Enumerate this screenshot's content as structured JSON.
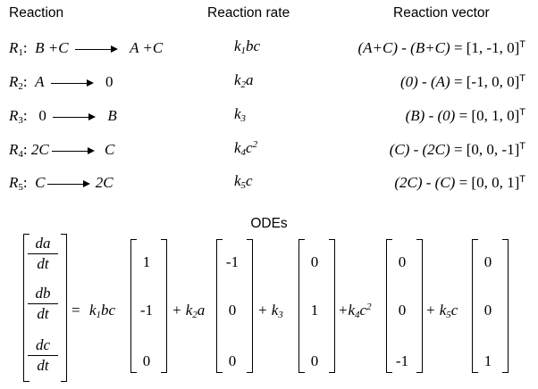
{
  "headers": {
    "reaction": "Reaction",
    "rate": "Reaction rate",
    "vector": "Reaction vector"
  },
  "reactions": [
    {
      "label": "R",
      "idx": "1",
      "lhs": "B +C",
      "rhs": "A +C",
      "k": "k",
      "kidx": "1",
      "rate": "bc",
      "rate_sup": "",
      "vec_expr": "(A+C) - (B+C)",
      "vec": "= [1, -1, 0]"
    },
    {
      "label": "R",
      "idx": "2",
      "lhs": "A",
      "rhs": "0",
      "k": "k",
      "kidx": "2",
      "rate": "a",
      "rate_sup": "",
      "vec_expr": "(0) - (A)",
      "vec": "= [-1, 0, 0]"
    },
    {
      "label": "R",
      "idx": "3",
      "lhs": "0",
      "rhs": "B",
      "k": "k",
      "kidx": "3",
      "rate": "",
      "rate_sup": "",
      "vec_expr": "(B) - (0)",
      "vec": "= [0,  1, 0]"
    },
    {
      "label": "R",
      "idx": "4",
      "lhs": "2C",
      "rhs": "C",
      "k": "k",
      "kidx": "4",
      "rate": "c",
      "rate_sup": "2",
      "vec_expr": "(C) - (2C)",
      "vec": "= [0, 0, -1]"
    },
    {
      "label": "R",
      "idx": "5",
      "lhs": "C",
      "rhs": "2C",
      "k": "k",
      "kidx": "5",
      "rate": "c",
      "rate_sup": "",
      "vec_expr": "(2C) - (C)",
      "vec": "= [0, 0, 1]"
    }
  ],
  "transpose": "T",
  "odes_title": "ODEs",
  "derivs": [
    {
      "num": "da",
      "den": "dt"
    },
    {
      "num": "db",
      "den": "dt"
    },
    {
      "num": "dc",
      "den": "dt"
    }
  ],
  "equals": "=",
  "terms": [
    {
      "prefix": "k",
      "sub": "1",
      "var": "bc",
      "sup": "",
      "vec": [
        "1",
        "-1",
        "0"
      ]
    },
    {
      "prefix": "+ k",
      "sub": "2",
      "var": "a",
      "sup": "",
      "vec": [
        "-1",
        "0",
        "0"
      ]
    },
    {
      "prefix": "+ k",
      "sub": "3",
      "var": "",
      "sup": "",
      "vec": [
        "0",
        "1",
        "0"
      ]
    },
    {
      "prefix": "+k",
      "sub": "4",
      "var": "c",
      "sup": "2",
      "vec": [
        "0",
        "0",
        "-1"
      ]
    },
    {
      "prefix": "+ k",
      "sub": "5",
      "var": "c",
      "sup": "",
      "vec": [
        "0",
        "0",
        "1"
      ]
    }
  ]
}
